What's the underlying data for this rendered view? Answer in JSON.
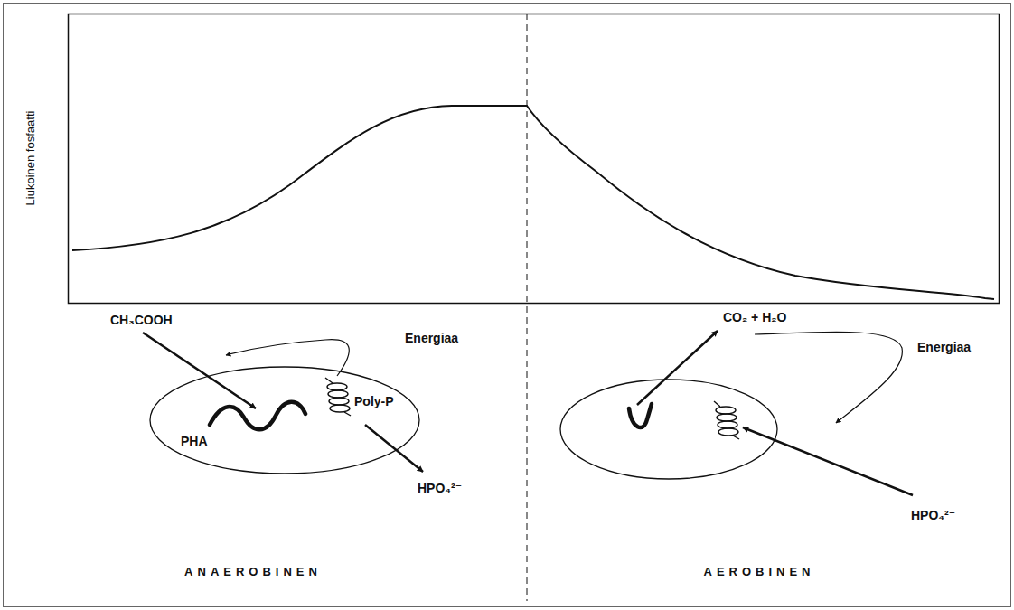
{
  "diagram": {
    "nodes": [
      {
        "text": [
          "PHA",
          "Poly-P"
        ]
      }
    ],
    "labels": [
      "Liukoinen fosfaatti",
      "CH₃COOH",
      "Energiaa",
      "HPO₄²⁻",
      "CO₂ + H₂O",
      "Energiaa",
      "HPO₄²⁻",
      "ANAEROBINEN",
      "AEROBINEN"
    ]
  }
}
